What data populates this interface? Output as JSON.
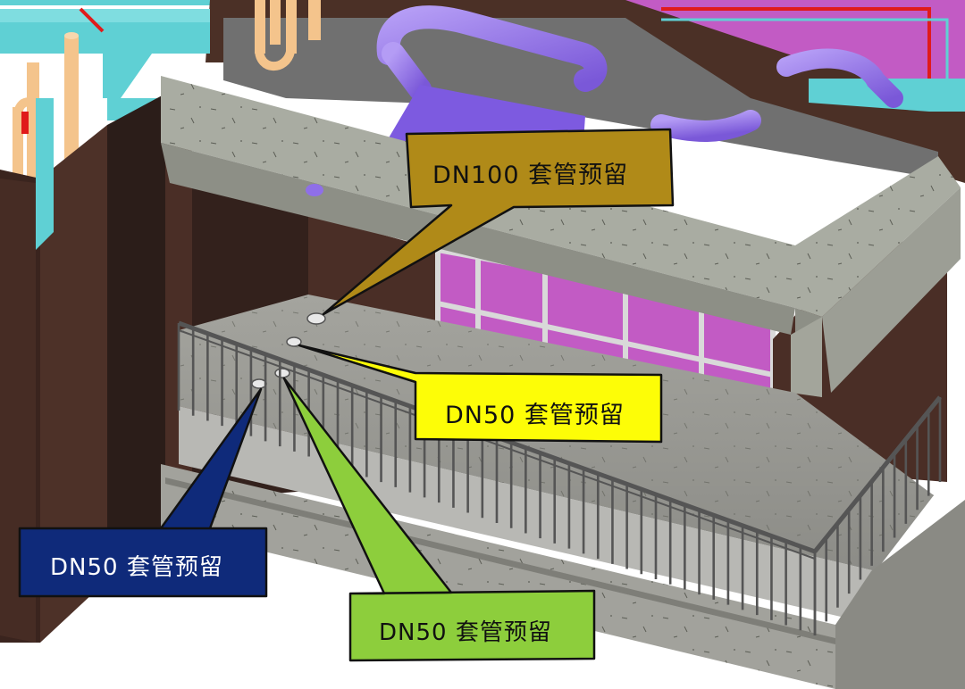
{
  "colors": {
    "background": "#ffffff",
    "brick": "#4a2e26",
    "brick_dark": "#2b1d19",
    "concrete": "#a9aca2",
    "concrete_dark": "#8d8f86",
    "floor_gray": "#9a9a9a",
    "cyan_duct": "#5fd0d4",
    "purple_duct": "#8f6fe8",
    "orange_pipe": "#f4c48c",
    "red_pipe": "#e01b1b",
    "magenta_glass": "#c25bc4",
    "window_frame": "#d9d9d9",
    "railing": "#555555"
  },
  "callouts": [
    {
      "id": "dn100",
      "text": "DN100 套管预留",
      "fill": "#b08a18",
      "text_color": "#111111"
    },
    {
      "id": "dn50-yellow",
      "text": "DN50 套管预留",
      "fill": "#fdfd07",
      "text_color": "#111111"
    },
    {
      "id": "dn50-navy",
      "text": "DN50 套管预留",
      "fill": "#0f2a7a",
      "text_color": "#ffffff"
    },
    {
      "id": "dn50-green",
      "text": "DN50 套管预留",
      "fill": "#8dce3c",
      "text_color": "#111111"
    }
  ]
}
